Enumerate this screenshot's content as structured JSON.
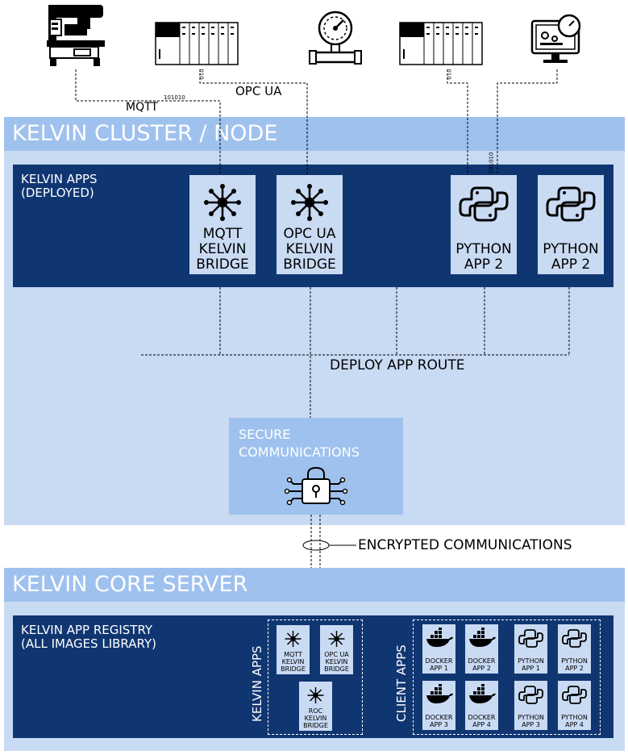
{
  "devices": [
    {
      "name": "cnc-machine-icon"
    },
    {
      "name": "plc-rack-icon"
    },
    {
      "name": "pressure-gauge-icon"
    },
    {
      "name": "plc-rack-icon"
    },
    {
      "name": "monitor-dashboard-icon"
    }
  ],
  "protocols": {
    "mqtt": "MQTT",
    "opcua": "OPC UA"
  },
  "bits": {
    "b1": "101010",
    "b2": "010",
    "b3": "010",
    "b4": "101010"
  },
  "cluster": {
    "title": "KELVIN CLUSTER / NODE",
    "apps_label_1": "KELVIN APPS",
    "apps_label_2": "(DEPLOYED)",
    "cards": [
      {
        "line1": "MQTT",
        "line2": "KELVIN",
        "line3": "BRIDGE",
        "icon": "hub-icon"
      },
      {
        "line1": "OPC UA",
        "line2": "KELVIN",
        "line3": "BRIDGE",
        "icon": "hub-icon"
      },
      {
        "line1": "PYTHON",
        "line2": "APP 2",
        "icon": "python-icon"
      },
      {
        "line1": "PYTHON",
        "line2": "APP 2",
        "icon": "python-icon"
      }
    ],
    "route_label": "DEPLOY APP ROUTE",
    "secure_1": "SECURE",
    "secure_2": "COMMUNICATIONS"
  },
  "encrypted_label": "ENCRYPTED COMMUNICATIONS",
  "core": {
    "title": "KELVIN CORE SERVER",
    "registry_1": "KELVIN APP REGISTRY",
    "registry_2": "(ALL IMAGES LIBRARY)",
    "kelvin_apps_label": "KELVIN APPS",
    "client_apps_label": "CLIENT APPS",
    "kelvin_apps": [
      {
        "l1": "MQTT",
        "l2": "KELVIN",
        "l3": "BRIDGE"
      },
      {
        "l1": "OPC UA",
        "l2": "KELVIN",
        "l3": "BRIDGE"
      },
      {
        "l1": "ROC",
        "l2": "KELVIN",
        "l3": "BRIDGE"
      }
    ],
    "client_apps": [
      {
        "l1": "DOCKER",
        "l2": "APP 1",
        "icon": "docker-icon"
      },
      {
        "l1": "DOCKER",
        "l2": "APP 2",
        "icon": "docker-icon"
      },
      {
        "l1": "PYTHON",
        "l2": "APP 1",
        "icon": "python-icon"
      },
      {
        "l1": "PYTHON",
        "l2": "APP 2",
        "icon": "python-icon"
      },
      {
        "l1": "DOCKER",
        "l2": "APP 3",
        "icon": "docker-icon"
      },
      {
        "l1": "DOCKER",
        "l2": "APP 4",
        "icon": "docker-icon"
      },
      {
        "l1": "PYTHON",
        "l2": "APP 3",
        "icon": "python-icon"
      },
      {
        "l1": "PYTHON",
        "l2": "APP 4",
        "icon": "python-icon"
      }
    ]
  },
  "colors": {
    "panel": "#103672",
    "band": "#c9daf3",
    "header": "#9fc1ee"
  }
}
